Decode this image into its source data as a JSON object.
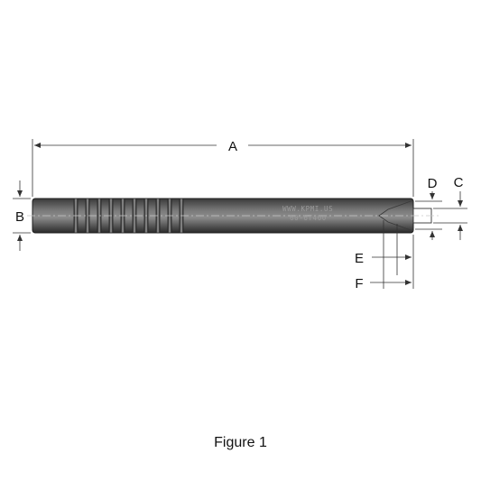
{
  "drawing": {
    "dimension_labels": {
      "a": "A",
      "b": "B",
      "c": "C",
      "d": "D",
      "e": "E",
      "f": "F"
    },
    "engraving": {
      "line1": "WWW.KPMI.US",
      "line2": "60-6T400"
    },
    "colors": {
      "body_dark": "#2c2c2c",
      "body_mid": "#6e6e6e",
      "body_light": "#8a8a8a",
      "line": "#333333"
    }
  },
  "caption": "Figure 1"
}
